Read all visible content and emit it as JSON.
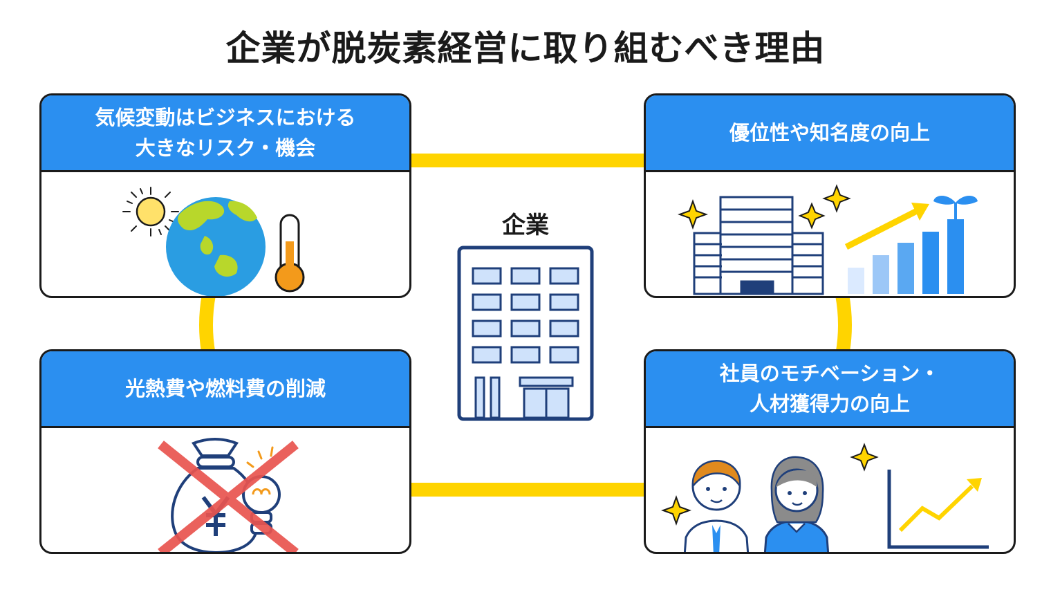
{
  "title": "企業が脱炭素経営に取り組むべき理由",
  "center": {
    "label": "企業",
    "icon": "office-building-icon"
  },
  "colors": {
    "accent": "#2b8ff0",
    "ring": "#ffd400",
    "outline": "#1a1a1a",
    "navy": "#1f3f7a",
    "cross": "#e9544f"
  },
  "cards": {
    "top_left": {
      "line1": "気候変動はビジネスにおける",
      "line2": "大きなリスク・機会",
      "icons": [
        "sun-icon",
        "earth-globe-icon",
        "thermometer-icon"
      ]
    },
    "top_right": {
      "line1": "優位性や知名度の向上",
      "icons": [
        "sparkle-icon",
        "office-building-icon",
        "bar-chart-growth-icon",
        "sprout-icon"
      ]
    },
    "bottom_left": {
      "line1": "光熱費や燃料費の削減",
      "icons": [
        "money-bag-yen-icon",
        "light-bulb-icon",
        "cross-mark-icon"
      ]
    },
    "bottom_right": {
      "line1": "社員のモチベーション・",
      "line2": "人材獲得力の向上",
      "icons": [
        "male-employee-icon",
        "female-employee-icon",
        "sparkle-icon",
        "line-chart-up-icon"
      ]
    }
  }
}
